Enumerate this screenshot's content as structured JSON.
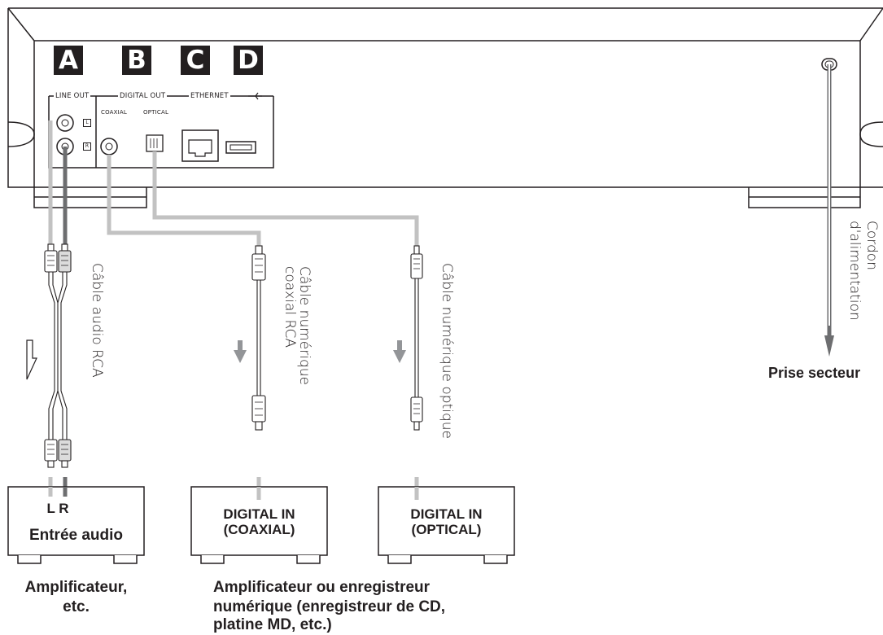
{
  "device": {
    "badges": [
      "A",
      "B",
      "C",
      "D"
    ],
    "group_labels": {
      "line_out": "LINE OUT",
      "digital_out": "DIGITAL OUT",
      "ethernet": "ETHERNET"
    },
    "port_labels": {
      "coaxial": "COAXIAL",
      "optical": "OPTICAL",
      "left": "L",
      "right": "R"
    }
  },
  "cables": {
    "audio_rca": "Câble audio RCA",
    "coaxial_line1": "Câble numérique",
    "coaxial_line2": "coaxial RCA",
    "optical": "Câble numérique optique",
    "power_line1": "Cordon",
    "power_line2": "d'alimentation"
  },
  "targets": {
    "power_outlet": "Prise secteur",
    "amp_box": {
      "lr": "L R",
      "input": "Entrée audio"
    },
    "coaxial_box": {
      "line1": "DIGITAL IN",
      "line2": "(COAXIAL)"
    },
    "optical_box": {
      "line1": "DIGITAL IN",
      "line2": "(OPTICAL)"
    }
  },
  "captions": {
    "amplifier_line1": "Amplificateur,",
    "amplifier_line2": "etc.",
    "digital_line1": "Amplificateur ou enregistreur",
    "digital_line2": "numérique (enregistreur de CD,",
    "digital_line3": "platine MD, etc.)"
  },
  "colors": {
    "ink": "#231f20",
    "cable_gray": "#c2c2c2",
    "cable_dark": "#6d6e70"
  }
}
